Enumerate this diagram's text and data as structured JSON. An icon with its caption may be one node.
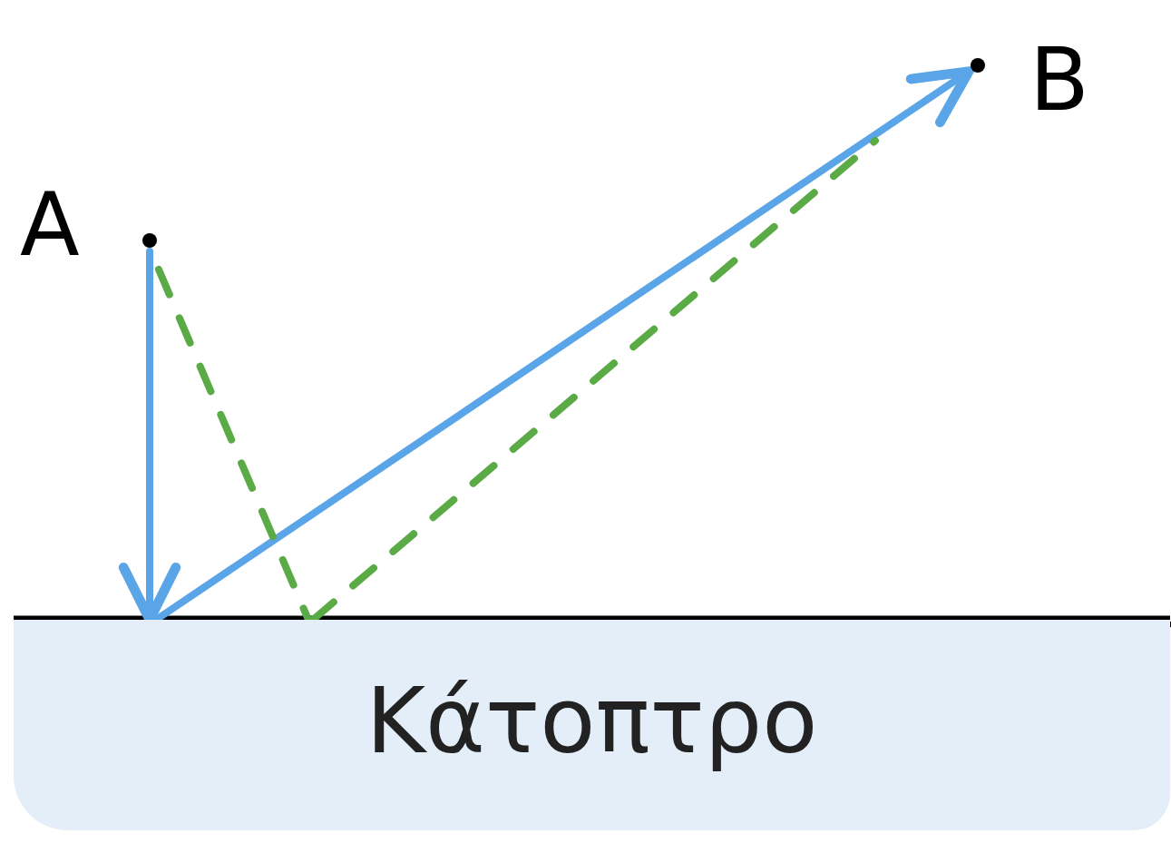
{
  "diagram": {
    "nodes": [
      {
        "text": [],
        "shape": "circle",
        "beside": [
          "A"
        ]
      },
      {
        "text": [],
        "shape": "circle",
        "beside": [
          "B"
        ]
      },
      {
        "text": [
          "Κάτοπτρο"
        ]
      }
    ],
    "edges": [
      {
        "from": 0,
        "to": 2,
        "arrow": "to",
        "color": "#5aa5e8"
      },
      {
        "from": 2,
        "to": 1,
        "arrow": "to",
        "color": "#5aa5e8"
      },
      {
        "from": 0,
        "to": 2,
        "arrow": "none",
        "style": "dashed",
        "color": "#5aaa46"
      },
      {
        "from": 2,
        "to": null,
        "arrow": "none",
        "style": "dashed",
        "color": "#5aaa46"
      }
    ]
  }
}
